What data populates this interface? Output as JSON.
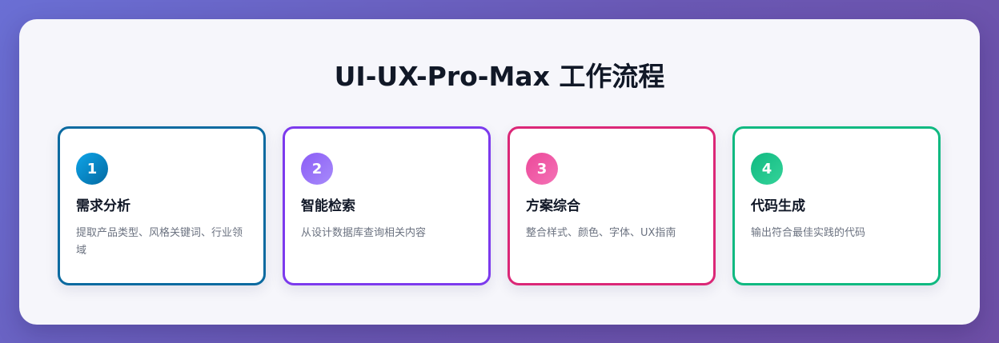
{
  "title": "UI-UX-Pro-Max 工作流程",
  "steps": [
    {
      "number": "1",
      "title": "需求分析",
      "description": "提取产品类型、风格关键词、行业领域",
      "border_color": "#0b6aa0",
      "badge_gradient": [
        "#0ea5e9",
        "#0369a1"
      ]
    },
    {
      "number": "2",
      "title": "智能检索",
      "description": "从设计数据库查询相关内容",
      "border_color": "#7c3aed",
      "badge_gradient": [
        "#8b5cf6",
        "#a78bfa"
      ]
    },
    {
      "number": "3",
      "title": "方案综合",
      "description": "整合样式、颜色、字体、UX指南",
      "border_color": "#db2777",
      "badge_gradient": [
        "#ec4899",
        "#f472b6"
      ]
    },
    {
      "number": "4",
      "title": "代码生成",
      "description": "输出符合最佳实践的代码",
      "border_color": "#10b981",
      "badge_gradient": [
        "#10b981",
        "#34d399"
      ]
    }
  ]
}
